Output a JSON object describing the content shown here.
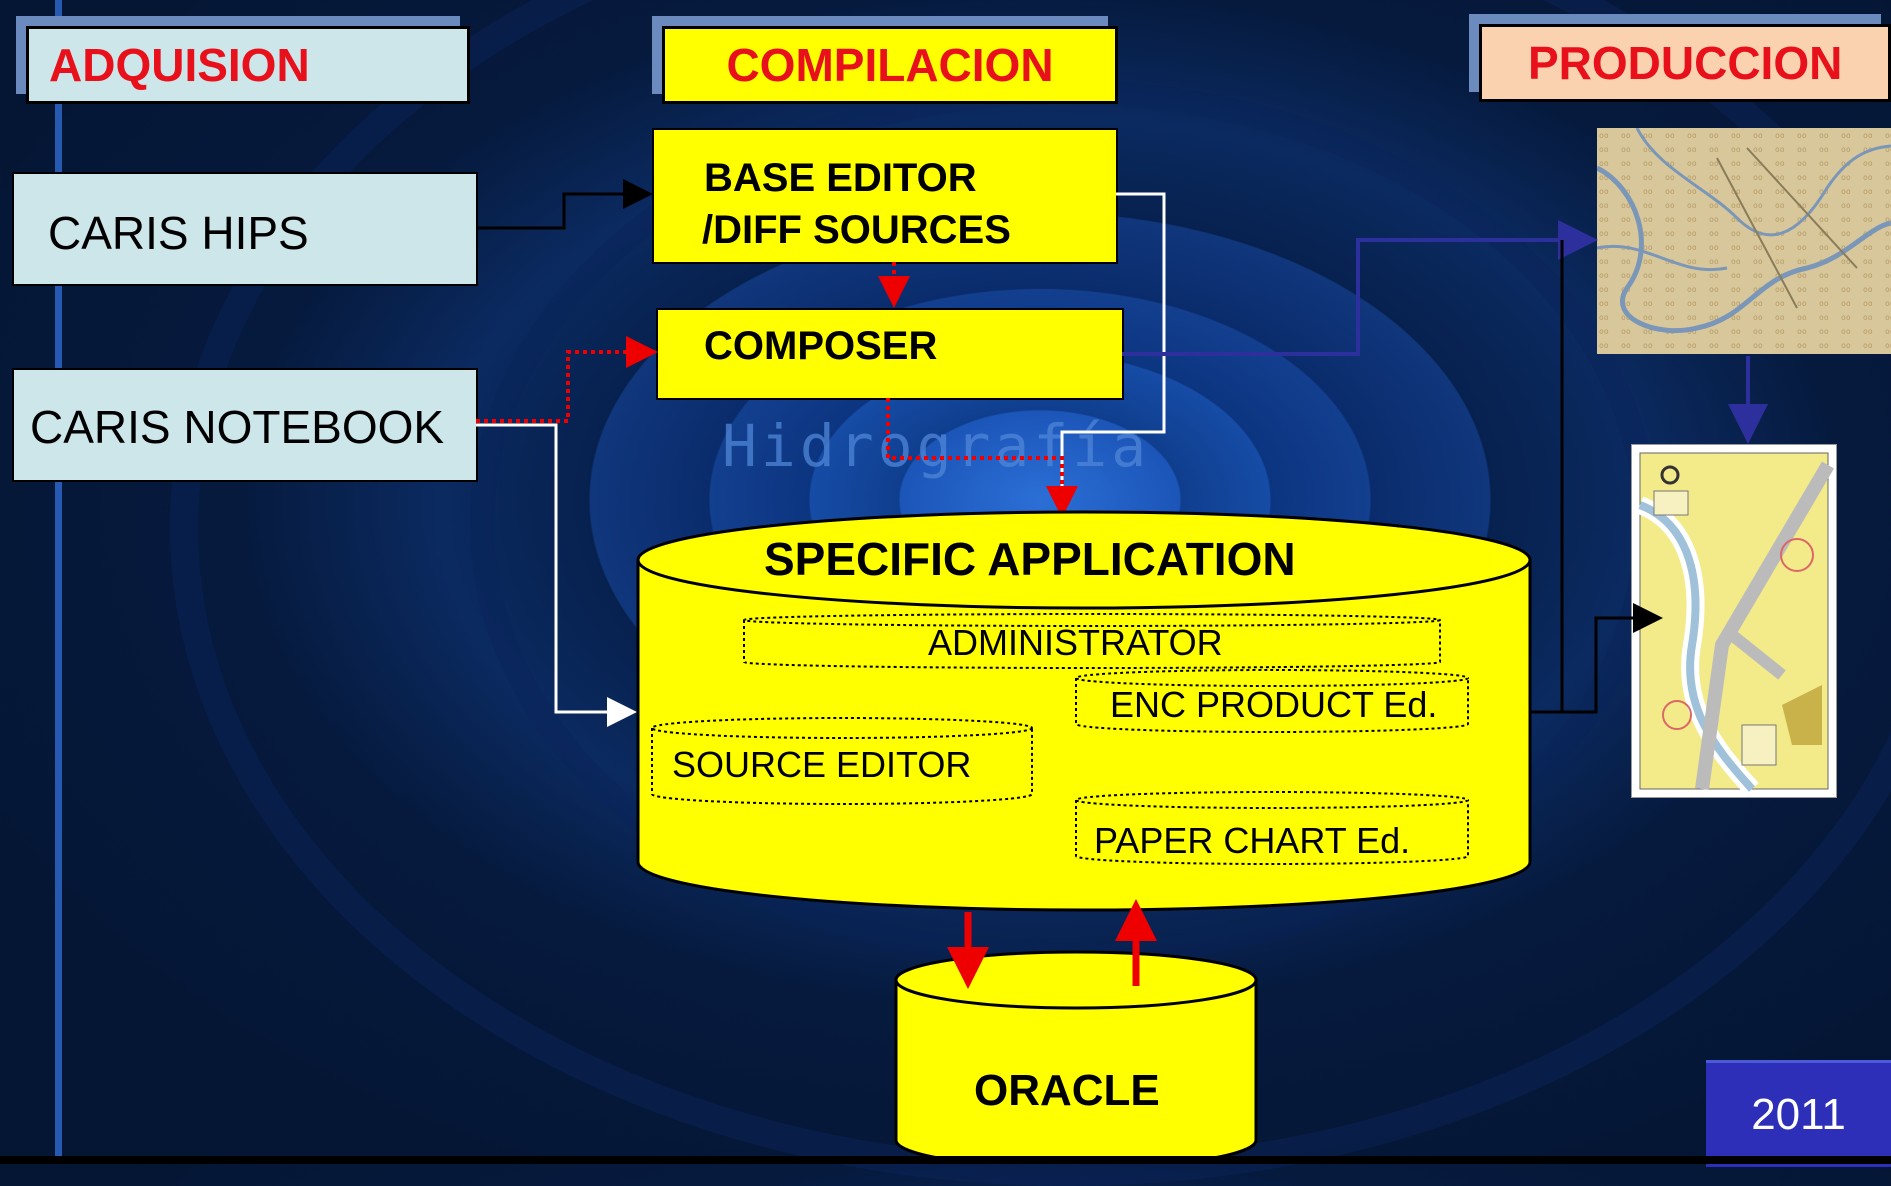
{
  "headers": {
    "adquision": "ADQUISION",
    "compilacion": "COMPILACION",
    "produccion": "PRODUCCION"
  },
  "acquisition": {
    "caris_hips": "CARIS HIPS",
    "caris_notebook": "CARIS NOTEBOOK"
  },
  "compilation": {
    "base_editor_line1": "BASE EDITOR",
    "base_editor_line2": "/DIFF SOURCES",
    "composer": "COMPOSER"
  },
  "watermark": "Hidrografía",
  "specific_application": {
    "title": "SPECIFIC APPLICATION",
    "modules": {
      "administrator": "ADMINISTRATOR",
      "enc_product": "ENC PRODUCT Ed.",
      "source_editor": "SOURCE EDITOR",
      "paper_chart": "PAPER CHART Ed."
    }
  },
  "database": "ORACLE",
  "footer": {
    "year": "2011"
  },
  "colors": {
    "yellow": "#ffff00",
    "light_cyan": "#cce6ea",
    "salmon": "#fbd2b0",
    "header_text_red": "#e8101a"
  }
}
